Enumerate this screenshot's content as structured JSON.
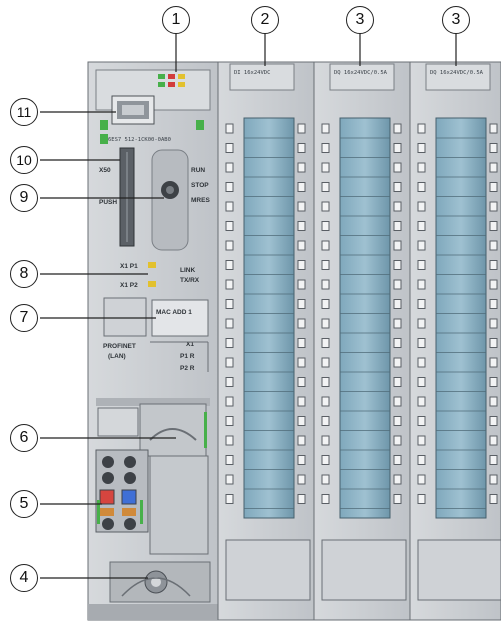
{
  "callouts": [
    {
      "id": "1",
      "label": "1"
    },
    {
      "id": "2",
      "label": "2"
    },
    {
      "id": "3a",
      "label": "3"
    },
    {
      "id": "3b",
      "label": "3"
    },
    {
      "id": "11",
      "label": "11"
    },
    {
      "id": "10",
      "label": "10"
    },
    {
      "id": "9",
      "label": "9"
    },
    {
      "id": "8",
      "label": "8"
    },
    {
      "id": "7",
      "label": "7"
    },
    {
      "id": "6",
      "label": "6"
    },
    {
      "id": "5",
      "label": "5"
    },
    {
      "id": "4",
      "label": "4"
    }
  ],
  "cpu": {
    "model_label": "6ES7 512-1CK00-0AB0",
    "card_slot_label": "X50",
    "push_label": "PUSH",
    "mode_labels": [
      "RUN",
      "STOP",
      "MRES"
    ],
    "port_labels": [
      "X1 P1",
      "X1 P2"
    ],
    "link_label": "LINK",
    "txrx_label": "TX/RX",
    "mac_label": "MAC ADD 1",
    "profinet_label": "PROFINET",
    "lan_label": "(LAN)",
    "x1_label": "X1",
    "p1r_label": "P1 R",
    "p2r_label": "P2 R"
  },
  "modules": {
    "di_label": "DI 16x24VDC",
    "do_label": "DQ 16x24VDC/0.5A",
    "dq2_label": "DQ 16x24VDC/0.5A"
  },
  "colors": {
    "housing": "#c9ccd0",
    "housing_dark": "#9ea3a9",
    "terminal_blue": "#6fa0b8",
    "line": "#555a60",
    "power_red": "#d6453f",
    "power_blue": "#3f6fd6",
    "led_green": "#47b04a",
    "led_red": "#d23c3c",
    "led_yellow": "#e2c12e"
  }
}
